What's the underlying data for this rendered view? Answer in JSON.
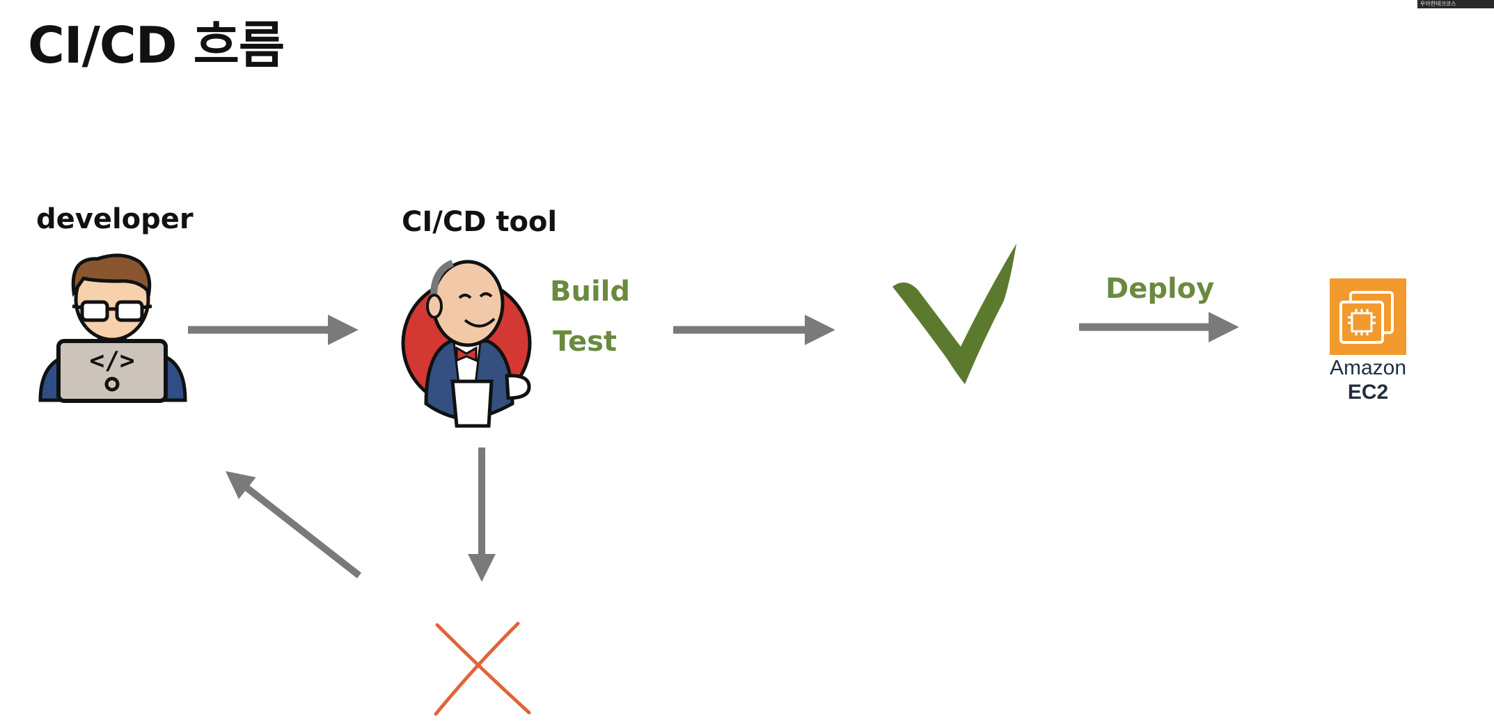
{
  "title": "CI/CD 흐름",
  "nodes": {
    "developer": "developer",
    "cicd_tool": "CI/CD tool",
    "build": "Build",
    "test": "Test",
    "deploy": "Deploy",
    "aws_line1": "Amazon",
    "aws_line2": "EC2"
  },
  "corner_badge": "우아한테크코스",
  "colors": {
    "arrow": "#7a7a7a",
    "success": "#5b7a2e",
    "label_green": "#6a8a3f",
    "failure": "#e0643a",
    "aws_orange": "#f29a2e",
    "jenkins_red": "#d33833"
  }
}
